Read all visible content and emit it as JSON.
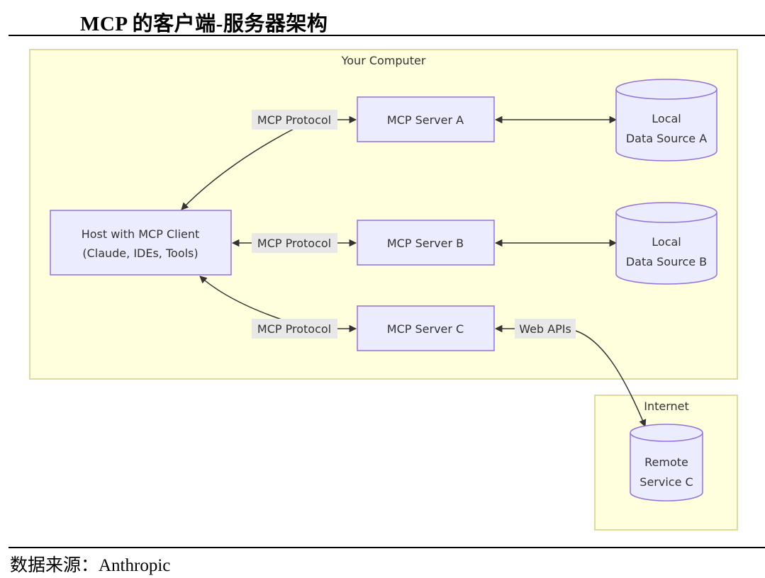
{
  "header": {
    "title": "MCP 的客户端-服务器架构"
  },
  "footer": {
    "source": "数据来源：Anthropic"
  },
  "colors": {
    "group_fill": "#ffffde",
    "group_stroke": "#dcdc9c",
    "node_fill": "#ececff",
    "node_stroke": "#9370db",
    "edge": "#333333",
    "edge_label_bg": "#e8e8e8"
  },
  "diagram": {
    "groups": [
      {
        "id": "your-computer",
        "label": "Your Computer"
      },
      {
        "id": "internet",
        "label": "Internet"
      }
    ],
    "nodes": [
      {
        "id": "host",
        "type": "box",
        "lines": [
          "Host with MCP Client",
          "(Claude, IDEs, Tools)"
        ]
      },
      {
        "id": "serverA",
        "type": "box",
        "lines": [
          "MCP Server A"
        ]
      },
      {
        "id": "serverB",
        "type": "box",
        "lines": [
          "MCP Server B"
        ]
      },
      {
        "id": "serverC",
        "type": "box",
        "lines": [
          "MCP Server C"
        ]
      },
      {
        "id": "dataA",
        "type": "cylinder",
        "lines": [
          "Local",
          "Data Source A"
        ]
      },
      {
        "id": "dataB",
        "type": "cylinder",
        "lines": [
          "Local",
          "Data Source B"
        ]
      },
      {
        "id": "remoteC",
        "type": "cylinder",
        "lines": [
          "Remote",
          "Service C"
        ]
      }
    ],
    "edges": [
      {
        "from": "host",
        "to": "serverA",
        "label": "MCP Protocol",
        "bidirectional": true
      },
      {
        "from": "host",
        "to": "serverB",
        "label": "MCP Protocol",
        "bidirectional": true
      },
      {
        "from": "host",
        "to": "serverC",
        "label": "MCP Protocol",
        "bidirectional": true
      },
      {
        "from": "serverA",
        "to": "dataA",
        "label": "",
        "bidirectional": true
      },
      {
        "from": "serverB",
        "to": "dataB",
        "label": "",
        "bidirectional": true
      },
      {
        "from": "serverC",
        "to": "remoteC",
        "label": "Web APIs",
        "bidirectional": true
      }
    ]
  }
}
